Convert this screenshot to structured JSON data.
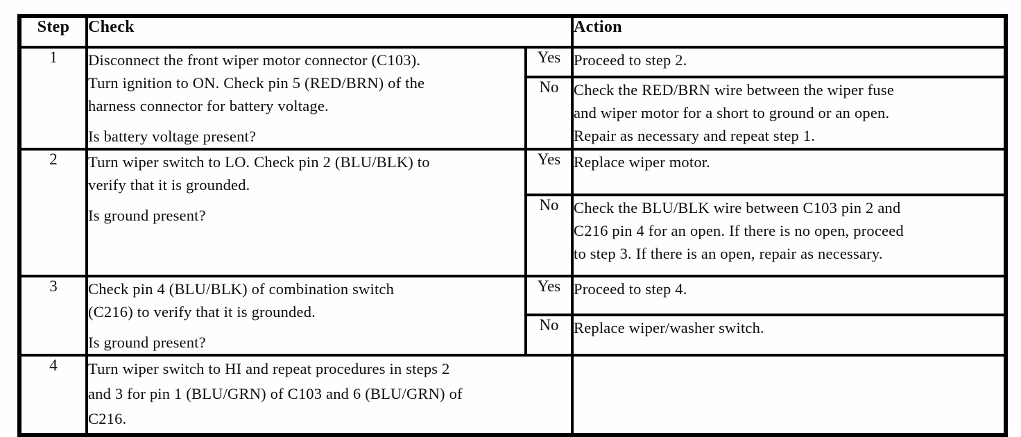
{
  "page": {
    "background": "#ffffff",
    "text_color": "#0d0d0d",
    "border_color": "#000000"
  },
  "table": {
    "headers": {
      "step": "Step",
      "check": "Check",
      "action": "Action"
    },
    "yes_label": "Yes",
    "no_label": "No",
    "rows": [
      {
        "step": "1",
        "check_paragraphs": [
          [
            "Disconnect the front wiper motor connector (C103).",
            "Turn ignition to ON. Check pin 5 (RED/BRN) of the",
            "harness connector for battery voltage."
          ],
          [
            "Is battery voltage present?"
          ]
        ],
        "yes_action": [
          "Proceed to step 2."
        ],
        "no_action": [
          "Check the RED/BRN wire between the wiper fuse",
          "and wiper motor for a short to ground or an open.",
          "Repair as necessary and repeat step 1."
        ]
      },
      {
        "step": "2",
        "check_paragraphs": [
          [
            "Turn wiper switch to LO. Check pin 2 (BLU/BLK) to",
            "verify that it is grounded."
          ],
          [
            "Is ground present?"
          ]
        ],
        "yes_action": [
          "Replace wiper motor."
        ],
        "no_action": [
          "Check the BLU/BLK wire between C103 pin 2 and",
          "C216 pin 4 for an open.  If there is no open, proceed",
          "to step 3. If there is an open, repair as necessary."
        ]
      },
      {
        "step": "3",
        "check_paragraphs": [
          [
            "Check pin 4 (BLU/BLK) of combination switch",
            "(C216) to verify that it is grounded."
          ],
          [
            "Is ground present?"
          ]
        ],
        "yes_action": [
          "Proceed to step 4."
        ],
        "no_action": [
          "Replace wiper/washer switch."
        ]
      },
      {
        "step": "4",
        "check_paragraphs": [
          [
            "Turn wiper switch to HI and repeat procedures in steps 2",
            "and 3 for pin 1 (BLU/GRN) of C103 and 6 (BLU/GRN) of",
            "C216."
          ]
        ],
        "action": ""
      }
    ]
  }
}
